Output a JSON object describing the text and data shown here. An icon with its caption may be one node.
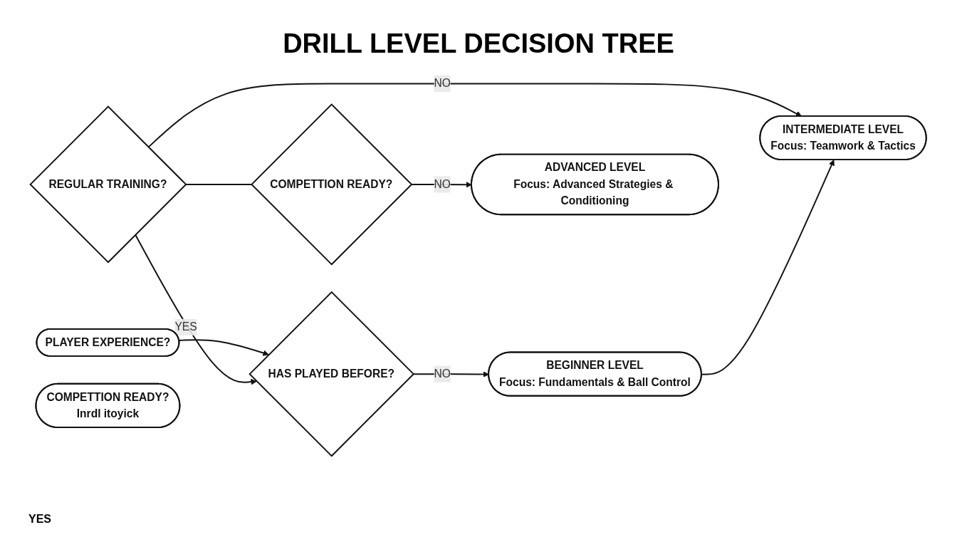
{
  "diagram": {
    "title": "DRILL LEVEL DECISION TREE",
    "nodes": [
      {
        "text": [
          "PLAYER EXPERIENCE?"
        ]
      },
      {
        "text": [
          "HAS PLAYED BEFORE?"
        ]
      },
      {
        "text": [
          "BEGINNER LEVEL",
          "Focus: Fundamentals & Ball Control"
        ]
      },
      {
        "text": [
          "REGULAR TRAINING?"
        ]
      },
      {
        "text": [
          "INTERMEDIATE LEVEL",
          "Focus: Teamwork & Tactics"
        ]
      },
      {
        "text": [
          "COMPETTION READY?",
          "Inrdl itoyick"
        ]
      },
      {
        "text": [
          "COMPETTION READY?"
        ]
      },
      {
        "text": [
          "ADVANCED LEVEL",
          "Focus: Advanced Strategies & Conditioning"
        ]
      }
    ],
    "edges": [
      {
        "from": 0,
        "to": 1,
        "arrow": "to"
      },
      {
        "from": 1,
        "to": 2,
        "label": "NO",
        "arrow": "to"
      },
      {
        "from": 3,
        "to": 1,
        "label": "YES",
        "arrow": "to"
      },
      {
        "from": 3,
        "to": 4,
        "label": "NO",
        "arrow": "to"
      },
      {
        "from": 2,
        "to": 4,
        "arrow": "to"
      },
      {
        "from": 3,
        "to": 6,
        "arrow": "none"
      },
      {
        "from": 6,
        "to": 7,
        "label": "NO",
        "arrow": "to"
      }
    ],
    "labels": [
      "YES"
    ]
  }
}
